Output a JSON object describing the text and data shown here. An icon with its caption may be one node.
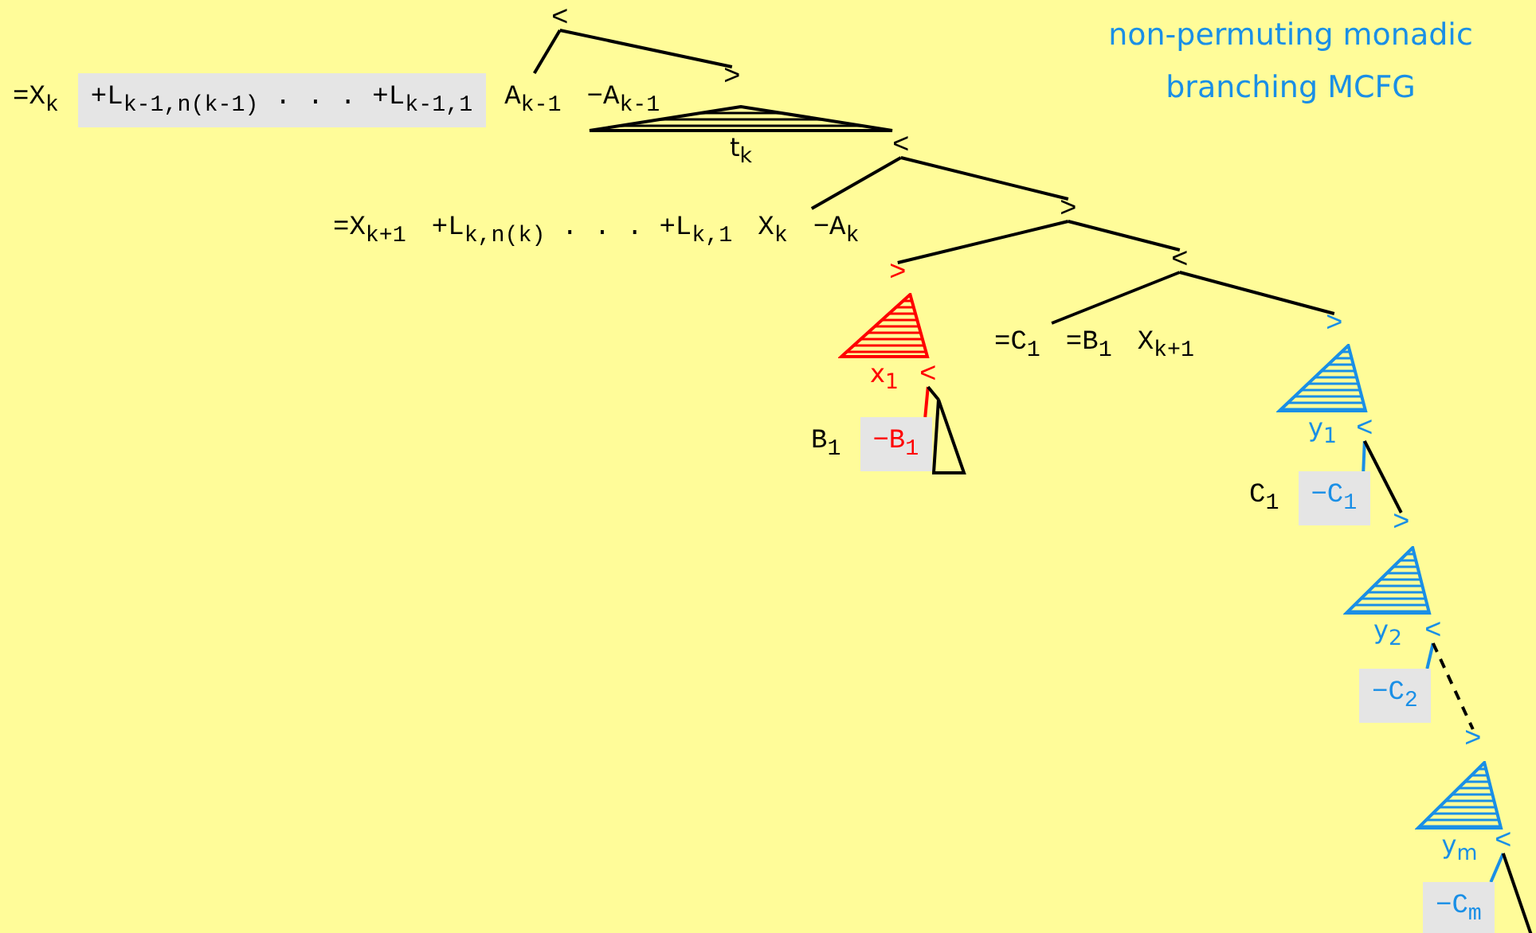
{
  "diagram": {
    "title": "non-permuting monadic branching MCFG",
    "nodes": [
      {
        "text": [
          "<"
        ]
      },
      {
        "text": [
          "=X$_{k}$",
          "+L$_{k-1,n(k-1)}$ . . . +L$_{k-1,1}$",
          "A$_{k-1}$",
          "−A$_{k-1}$"
        ]
      },
      {
        "text": [
          ">"
        ]
      },
      {
        "text": [
          "t$_{k}$"
        ]
      },
      {
        "text": [
          "<"
        ]
      },
      {
        "text": [
          "=X$_{k+1}$",
          "+L$_{k,n(k)}$ . . . +L$_{k,1}$",
          "X$_{k}$",
          "−A$_{k}$"
        ]
      },
      {
        "text": [
          ">"
        ]
      },
      {
        "text": [
          ">"
        ]
      },
      {
        "text": [
          "<"
        ]
      },
      {
        "text": [
          "x$_{1}$"
        ]
      },
      {
        "text": [
          "<"
        ]
      },
      {
        "text": [
          "=C$_{1}$",
          "=B$_{1}$",
          "X$_{k+1}$"
        ]
      },
      {
        "text": [
          ">"
        ]
      },
      {
        "text": [
          "B$_{1}$",
          "−B$_{1}$"
        ]
      },
      {
        "text": [],
        "shape": "triangle"
      },
      {
        "text": [
          "y$_{1}$"
        ]
      },
      {
        "text": [
          "<"
        ]
      },
      {
        "text": [
          "C$_{1}$",
          "−C$_{1}$"
        ]
      },
      {
        "text": [
          ">"
        ]
      },
      {
        "text": [
          "y$_{2}$"
        ]
      },
      {
        "text": [
          "<"
        ]
      },
      {
        "text": [
          "−C$_{2}$"
        ]
      },
      {
        "text": [
          ">"
        ]
      },
      {
        "text": [
          "y$_{m}$"
        ]
      },
      {
        "text": [
          "<"
        ]
      },
      {
        "text": [
          "−C$_{m}$"
        ]
      }
    ],
    "edges": [
      {
        "from": 0,
        "to": 1,
        "arrow": "none"
      },
      {
        "from": 0,
        "to": 2,
        "arrow": "none"
      },
      {
        "from": 4,
        "to": 5,
        "arrow": "none"
      },
      {
        "from": 4,
        "to": 6,
        "arrow": "none"
      },
      {
        "from": 6,
        "to": 7,
        "arrow": "none"
      },
      {
        "from": 6,
        "to": 8,
        "arrow": "none"
      },
      {
        "from": 8,
        "to": 11,
        "arrow": "none"
      },
      {
        "from": 8,
        "to": 12,
        "arrow": "none"
      },
      {
        "from": 10,
        "to": 13,
        "arrow": "none",
        "color": "#ff0000"
      },
      {
        "from": 10,
        "to": 14,
        "arrow": "none"
      },
      {
        "from": 16,
        "to": 17,
        "arrow": "none",
        "color": "#1a8fe6"
      },
      {
        "from": 16,
        "to": 18,
        "arrow": "none"
      },
      {
        "from": 20,
        "to": 21,
        "arrow": "none",
        "color": "#1a8fe6"
      },
      {
        "from": 20,
        "to": 22,
        "arrow": "none",
        "style": "dashed"
      },
      {
        "from": 24,
        "to": 25,
        "arrow": "none",
        "color": "#1a8fe6"
      },
      {
        "from": 24,
        "to": null,
        "arrow": "none"
      }
    ]
  }
}
